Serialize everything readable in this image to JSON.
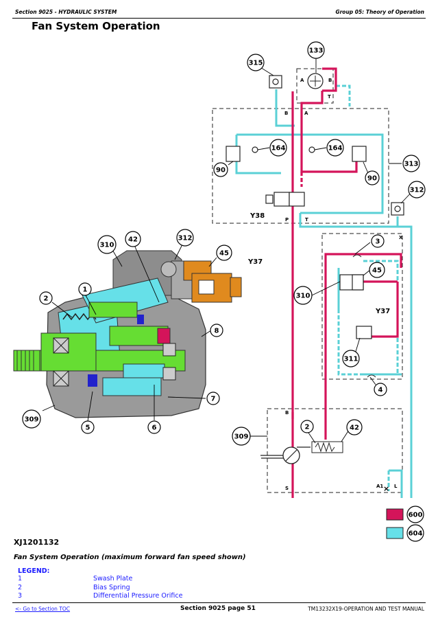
{
  "header": {
    "section": "Section 9025 - HYDRAULIC SYSTEM",
    "group": "Group 05: Theory of Operation"
  },
  "page_title": "Fan System Operation",
  "figure": {
    "id": "XJ1201132",
    "caption": "Fan System Operation (maximum forward fan speed shown)",
    "callouts": {
      "c1": "1",
      "c2": "2",
      "c3": "3",
      "c4": "4",
      "c5": "5",
      "c6": "6",
      "c7": "7",
      "c8": "8",
      "c2b": "2",
      "c42a": "42",
      "c42b": "42",
      "c45a": "45",
      "c45b": "45",
      "c90a": "90",
      "c90b": "90",
      "c133": "133",
      "c164a": "164",
      "c164b": "164",
      "c309a": "309",
      "c309b": "309",
      "c310a": "310",
      "c310b": "310",
      "c311": "311",
      "c312a": "312",
      "c312b": "312",
      "c313": "313",
      "c315": "315"
    },
    "labels": {
      "y37a": "Y37",
      "y37b": "Y37",
      "y38": "Y38",
      "port_a1": "A",
      "port_b1": "B",
      "port_t1": "T",
      "port_b2": "B",
      "port_a2": "A",
      "port_p": "P",
      "port_t2": "T",
      "port_x": "X",
      "port_b3": "B",
      "port_s": "S",
      "port_a1b": "A1",
      "port_l": "L"
    },
    "key": [
      {
        "code": "600",
        "color": "#d4145a"
      },
      {
        "code": "604",
        "color": "#66e0e8"
      }
    ],
    "colors": {
      "pressure": "#d4145a",
      "return": "#5ad0d6",
      "green": "#66dd33",
      "blue": "#2222cc",
      "orange": "#e08a1e"
    }
  },
  "legend": {
    "heading": "LEGEND:",
    "items": [
      {
        "num": "1",
        "text": "Swash Plate"
      },
      {
        "num": "2",
        "text": "Bias Spring"
      },
      {
        "num": "3",
        "text": "Differential Pressure Orifice"
      }
    ]
  },
  "footer": {
    "toc": "<- Go to Section TOC",
    "page": "Section 9025 page 51",
    "manual": "TM13232X19-OPERATION AND TEST MANUAL"
  }
}
